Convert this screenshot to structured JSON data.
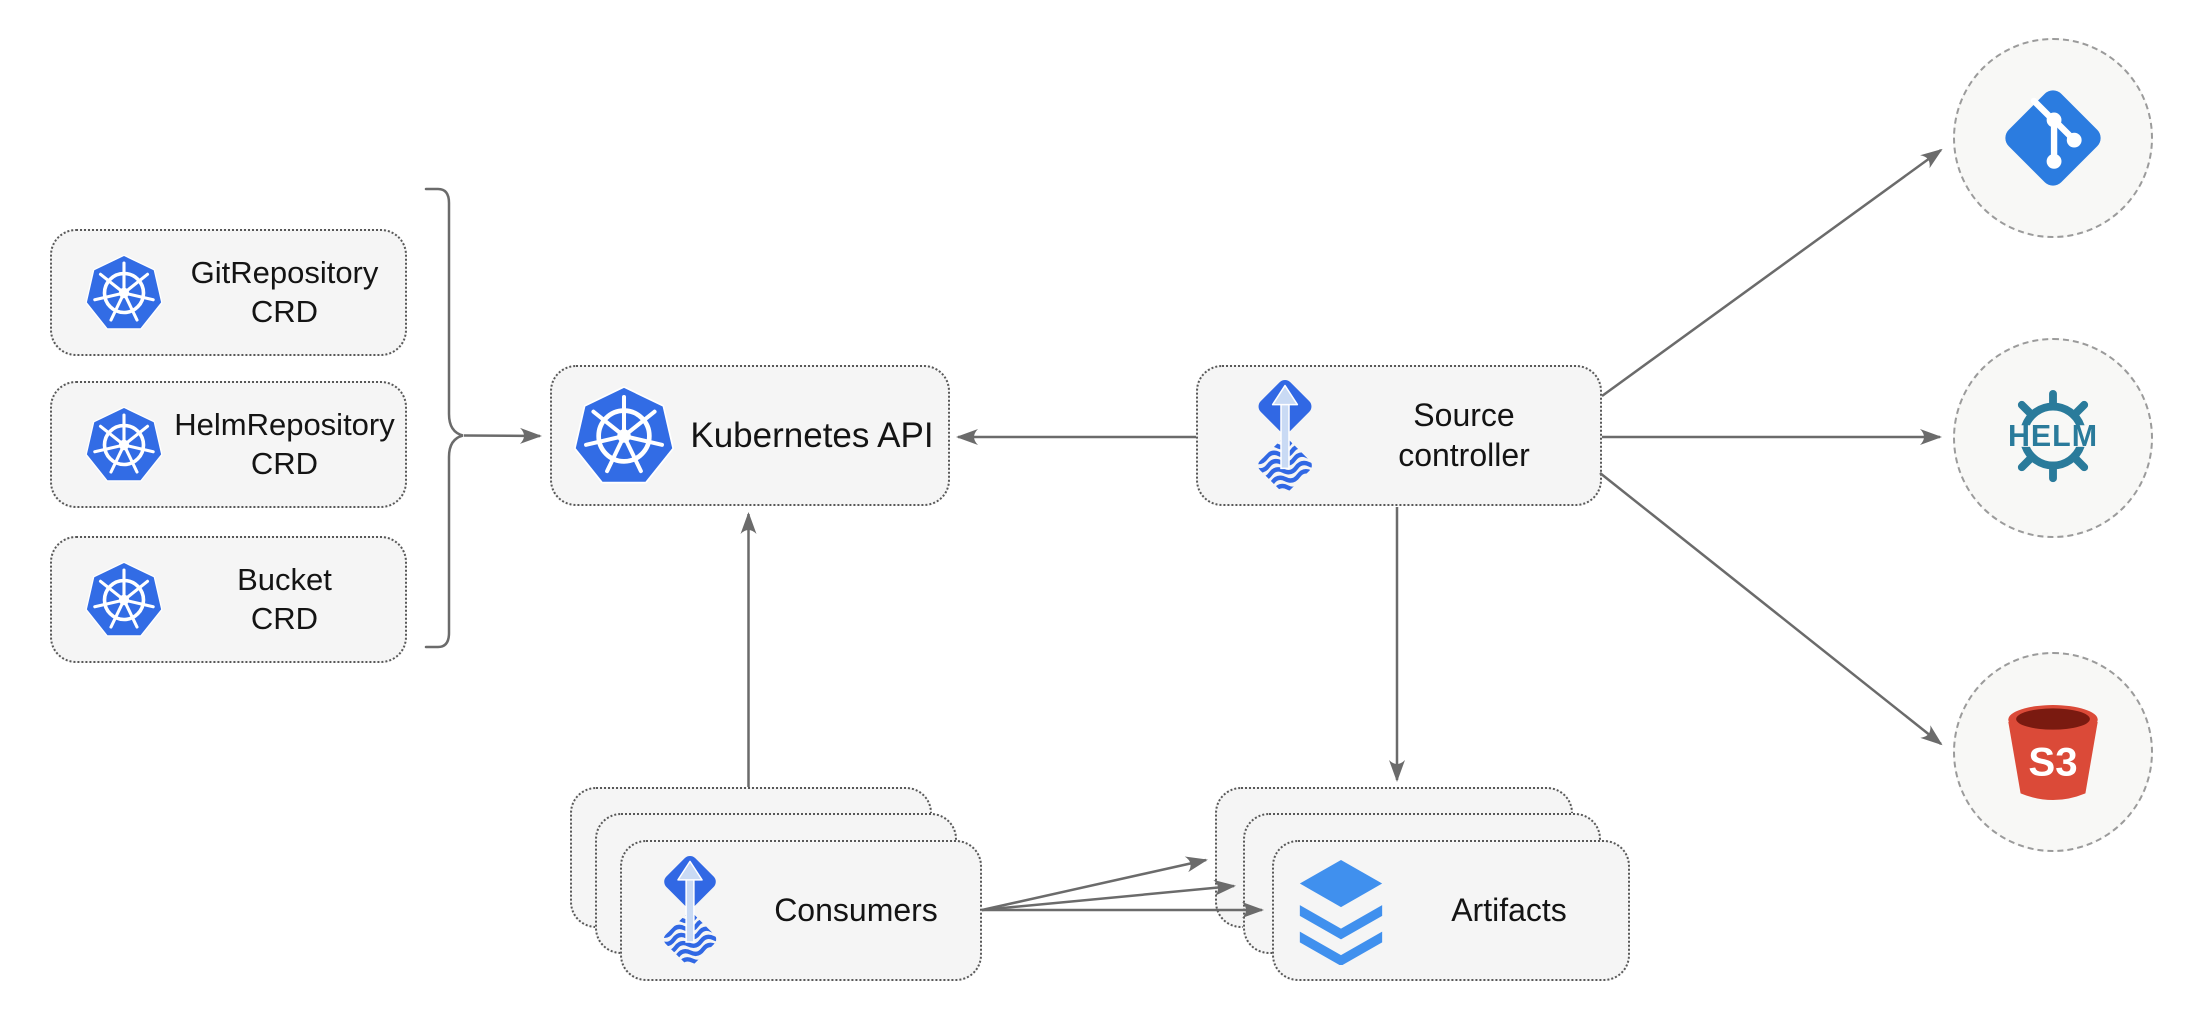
{
  "diagram": {
    "crd_boxes": [
      {
        "name": "GitRepository",
        "kind": "CRD"
      },
      {
        "name": "HelmRepository",
        "kind": "CRD"
      },
      {
        "name": "Bucket",
        "kind": "CRD"
      }
    ],
    "kubernetes_api": {
      "label": "Kubernetes API"
    },
    "source_controller": {
      "line1": "Source",
      "line2": "controller"
    },
    "consumers": {
      "label": "Consumers"
    },
    "artifacts": {
      "label": "Artifacts"
    },
    "external_sources": {
      "git": {
        "icon": "git-icon"
      },
      "helm": {
        "icon": "helm-icon",
        "text": "HELM"
      },
      "s3": {
        "icon": "s3-bucket-icon",
        "text": "S3"
      }
    },
    "colors": {
      "kubernetes_blue": "#326CE5",
      "flux_blue": "#3168E4",
      "flux_arrow_light": "#C9DAF4",
      "git_blue": "#2B7CE0",
      "helm_teal": "#2A7B9B",
      "s3_red": "#DB4A38",
      "s3_dark": "#7A1A10",
      "layers_blue": "#4090EE",
      "connector_gray": "#6B6B6B",
      "node_border": "#585858",
      "node_fill": "#F5F5F5",
      "circle_border": "#9B9B9B",
      "circle_fill": "#F8F8F6",
      "text": "#141414"
    }
  }
}
